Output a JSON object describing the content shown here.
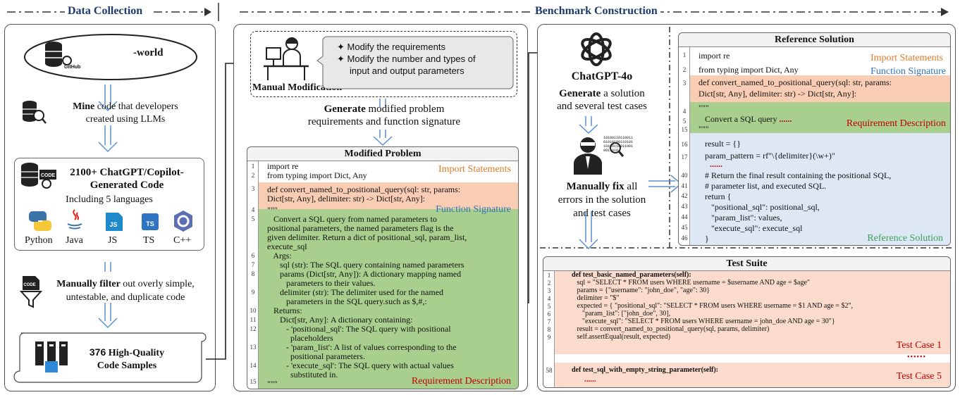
{
  "colors": {
    "arrow": "#5b8fd0",
    "header": "#1f3b6e",
    "red": "#c00000",
    "orange_label": "#e07a2a",
    "blue_label": "#2e75b6",
    "green_label": "#3aa05a"
  },
  "headers": {
    "data_collection": "Data Collection",
    "benchmark": "Benchmark Construction"
  },
  "dc": {
    "github_label": "GitHub",
    "world_label": "-world",
    "mine_bold": "Mine",
    "mine_rest1": " code that developers",
    "mine_rest2": "created using LLMs",
    "gen_title1": "2100+ ChatGPT/Copilot-",
    "gen_title2": "Generated Code",
    "gen_sub": "Including 5 languages",
    "languages": [
      "Python",
      "Java",
      "JS",
      "TS",
      "C++"
    ],
    "filter_bold": "Manually filter",
    "filter_rest1": " out overly simple,",
    "filter_rest2": "untestable, and duplicate code",
    "hq_num": "376",
    "hq_rest1": " High-Quality",
    "hq_rest2": "Code Samples"
  },
  "mm": {
    "bullets": [
      "✦ Modify the requirements",
      "✦ Modify the number and types of",
      "input and output parameters"
    ],
    "label": "Manual Modification",
    "gen_bold": "Generate",
    "gen_rest1": " modified problem",
    "gen_rest2": "requirements and function signature"
  },
  "modified_problem": {
    "title": "Modified Problem",
    "lines": [
      "import re",
      "from typing import Dict, Any",
      "def convert_named_to_positional_query(sql: str, params:",
      "Dict[str, Any], delimiter: str) -> Dict[str, Any]:",
      "\"\"\"",
      "   Convert a SQL query from named parameters to",
      "positional parameters, the named parameters flag is the",
      "given delimiter. Return a dict of positional_sql, param_list,",
      "execute_sql",
      "   Args:",
      "      sql (str): The SQL query containing named parameters",
      "      params (Dict[str, Any]): A dictionary mapping named",
      "         parameters to their values.",
      "      delimiter (str): The delimiter used for the named",
      "         parameters in the SQL query.such as $,#,:",
      "   Returns:",
      "      Dict[str, Any]: A dictionary containing:",
      "         - 'positional_sql': The SQL query with positional",
      "           placeholders",
      "         - 'param_list': A list of values corresponding to the",
      "           positional parameters.",
      "         - 'execute_sql': The SQL query with actual values",
      "           substituted in.",
      "\"\"\""
    ],
    "line_numbers": [
      "1",
      "2",
      "3",
      "4",
      "5",
      "6",
      "7",
      "8",
      "9",
      "10",
      "11",
      "12",
      "13",
      "14",
      "15"
    ],
    "tag_import": "Import Statements",
    "tag_sig": "Function Signature",
    "tag_req": "Requirement Description"
  },
  "chat": {
    "name": "ChatGPT-4o",
    "gen_bold": "Generate",
    "gen_rest1": " a solution",
    "gen_rest2": "and several test cases",
    "binary": [
      "10100110110011",
      "01010100110101",
      "10100110011001",
      "0011010"
    ],
    "fix_bold": "Manually fix",
    "fix_rest1": " all",
    "fix_rest2": "errors in the solution",
    "fix_rest3": "and test cases"
  },
  "reference": {
    "title": "Reference Solution",
    "line_numbers": [
      "1",
      "2",
      "3",
      "4",
      "5",
      "15",
      "16",
      "17",
      "40",
      "41",
      "42",
      "43",
      "44",
      "45",
      "46"
    ],
    "lines": [
      "import re",
      "from typing import Dict, Any",
      "def convert_named_to_positional_query(sql: str, params:",
      "Dict[str, Any], delimiter: str) -> Dict[str, Any]:",
      "\"\"\"",
      "   Convert a SQL query ",
      "\"\"\"",
      "   result = {}",
      "   param_pattern = rf\"\\{delimiter}(\\w+)\"",
      "   # Return the final result containing the positional SQL,",
      "   # parameter list, and executed SQL.",
      "   return {",
      "      \"positional_sql\": positional_sql,",
      "      \"param_list\": values,",
      "      \"execute_sql\": execute_sql",
      "   }"
    ],
    "ellipsis": "......",
    "tag_import": "Import Statements",
    "tag_sig": "Function Signature",
    "tag_req": "Requirement Description",
    "tag_ref": "Reference Solution"
  },
  "test_suite": {
    "title": "Test Suite",
    "line_numbers": [
      "1",
      "2",
      "3",
      "4",
      "5",
      "6",
      "7",
      "8",
      "9",
      "58"
    ],
    "lines": [
      "def test_basic_named_parameters(self):",
      "   sql = \"SELECT * FROM users WHERE username = $username AND age = $age\"",
      "   params = {\"username\": \"john_doe\", \"age\": 30}",
      "   delimiter = \"$\"",
      "   expected = { \"positional_sql\": \"SELECT * FROM users WHERE username = $1 AND age = $2\",",
      "      \"param_list\": [\"john_doe\", 30],",
      "      \"execute_sql\": \"SELECT * FROM users WHERE username = john_doe AND age = 30\"}",
      "   result = convert_named_to_positional_query(sql, params, delimiter)",
      "   self.assertEqual(result, expected)",
      "def test_sql_with_empty_string_parameter(self):"
    ],
    "tag_case1": "Test Case 1",
    "dots": "••••••",
    "ellipsis": "......",
    "tag_case5": "Test Case 5"
  }
}
